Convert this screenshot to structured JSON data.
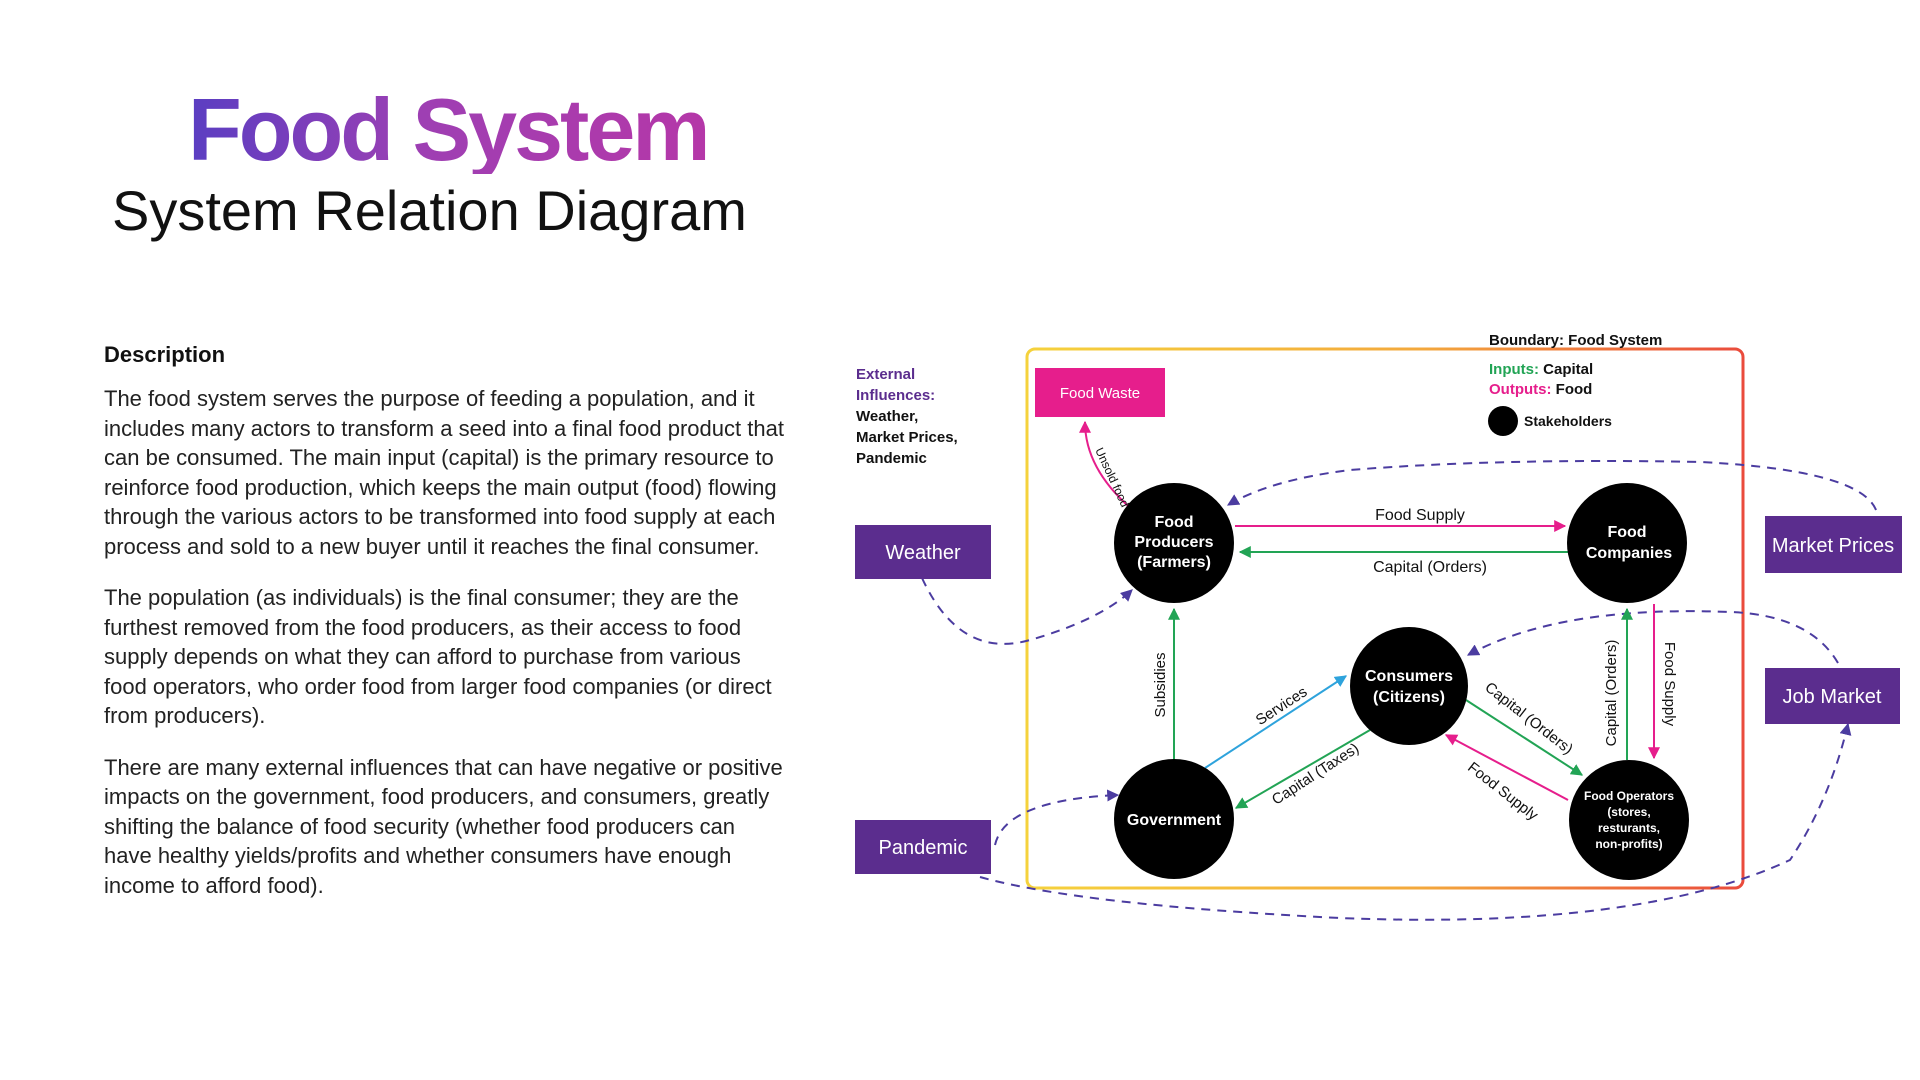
{
  "header": {
    "title": "Food System",
    "subtitle": "System Relation Diagram"
  },
  "description": {
    "heading": "Description",
    "paragraphs": [
      "The food system serves the purpose of feeding a population, and it includes many actors to transform a seed into a final food product that can be consumed. The main input (capital) is the primary resource to reinforce food production, which keeps the main output (food) flowing through the various actors to be transformed into food supply at each process and sold to a new buyer until it reaches the final consumer.",
      "The population (as individuals) is the final consumer; they are the furthest removed from the food producers, as their access to food supply depends on what they can afford to purchase from various food operators, who order food from larger food companies (or direct from producers).",
      "There are many external influences that can have negative or positive impacts on the government, food producers, and consumers, greatly shifting the balance of food security (whether food producers can have healthy yields/profits and whether consumers have enough income to afford food)."
    ]
  },
  "diagram": {
    "external_title": "External Influences:",
    "external_list": "Weather, Market Prices, Pandemic",
    "boundary_label": "Boundary: Food System",
    "legend": {
      "inputs_key": "Inputs:",
      "inputs_value": "Capital",
      "outputs_key": "Outputs:",
      "outputs_value": "Food",
      "stakeholders": "Stakeholders"
    },
    "influences": {
      "weather": "Weather",
      "market_prices": "Market Prices",
      "job_market": "Job Market",
      "pandemic": "Pandemic"
    },
    "food_waste": "Food Waste",
    "nodes": {
      "producers_1": "Food",
      "producers_2": "Producers",
      "producers_3": "(Farmers)",
      "companies_1": "Food",
      "companies_2": "Companies",
      "consumers_1": "Consumers",
      "consumers_2": "(Citizens)",
      "government": "Government",
      "operators_1": "Food Operators",
      "operators_2": "(stores,",
      "operators_3": "resturants,",
      "operators_4": "non-profits)"
    },
    "edges": {
      "food_supply_top": "Food Supply",
      "capital_orders_top": "Capital (Orders)",
      "unsold_food": "Unsold food",
      "subsidies": "Subsidies",
      "services": "Services",
      "capital_taxes": "Capital (Taxes)",
      "capital_orders_diag": "Capital (Orders)",
      "food_supply_diag": "Food Supply",
      "capital_orders_vert": "Capital (Orders)",
      "food_supply_vert": "Food Supply"
    },
    "colors": {
      "purple": "#5b2d8e",
      "dash_purple": "#4b3ca0",
      "magenta": "#e61e8c",
      "green": "#22a455",
      "blue": "#2ea3dc",
      "boundary_start": "#f5d23c",
      "boundary_end": "#ea4b3c"
    }
  }
}
